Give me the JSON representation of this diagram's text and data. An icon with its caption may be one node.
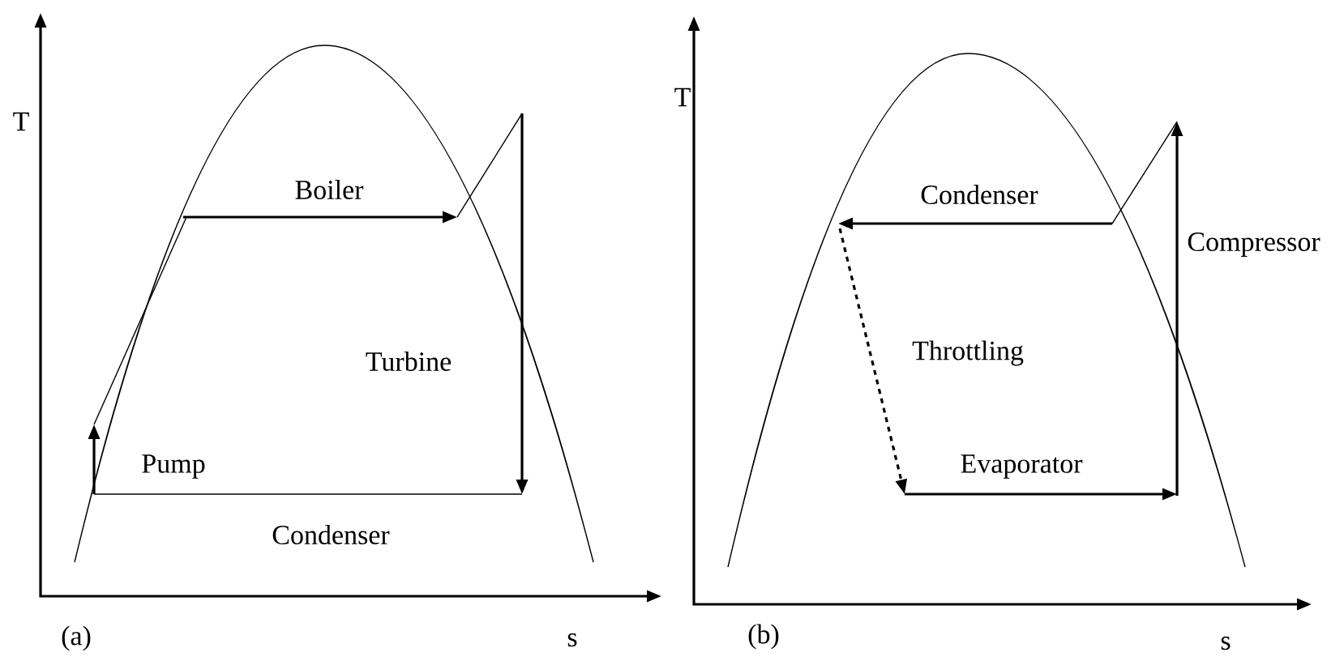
{
  "diagram": {
    "labels": [
      "T",
      "Boiler",
      "Turbine",
      "Pump",
      "Condenser",
      "(a)",
      "s",
      "T",
      "Condenser",
      "Compressor",
      "Throttling",
      "Evaporator",
      "(b)",
      "s"
    ]
  }
}
